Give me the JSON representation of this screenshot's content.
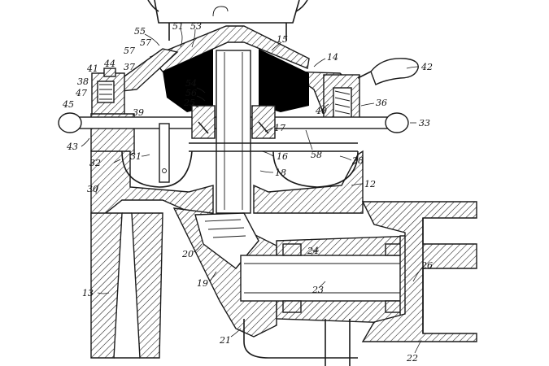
{
  "figure": {
    "colors": {
      "ink": "#1a1a1a",
      "paper": "#ffffff"
    },
    "labels": {
      "l12": "12",
      "l13": "13",
      "l14": "14",
      "l15": "15",
      "l16": "16",
      "l17": "17",
      "l18": "18",
      "l19": "19",
      "l20": "20",
      "l21": "21",
      "l22": "22",
      "l23": "23",
      "l24": "24",
      "l25": "25",
      "l26": "26",
      "l28": "28",
      "l30": "30",
      "l31": "31",
      "l32": "32",
      "l33": "33",
      "l36": "36",
      "l37": "37",
      "l38": "38",
      "l39": "39",
      "l40": "40",
      "l41": "41",
      "l42": "42",
      "l43": "43",
      "l44": "44",
      "l45": "45",
      "l47": "47",
      "l51": "51",
      "l53": "53",
      "l54": "54",
      "l55": "55",
      "l56": "56",
      "l57a": "57",
      "l57b": "57",
      "l58": "58"
    }
  }
}
